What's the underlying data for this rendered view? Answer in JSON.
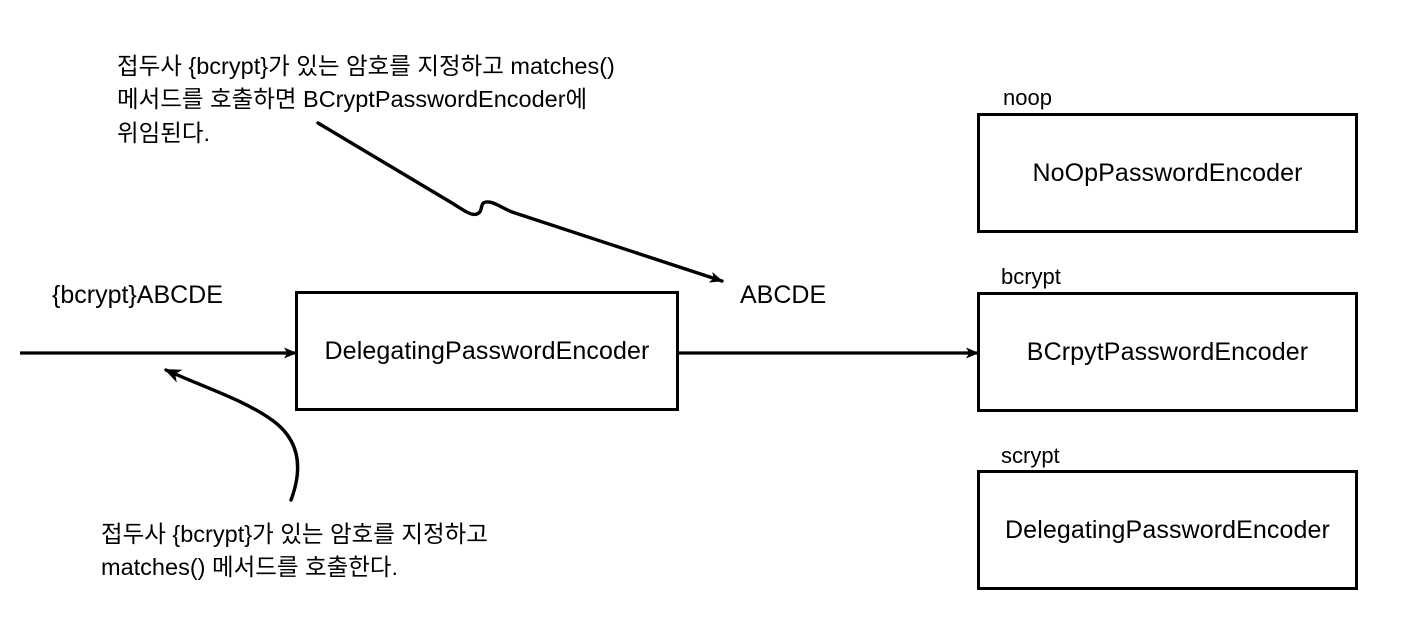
{
  "diagram": {
    "title": "DelegatingPasswordEncoder delegation flow",
    "colors": {
      "stroke": "#000000",
      "background": "#ffffff",
      "text": "#000000"
    },
    "input_label": "{bcrypt}ABCDE",
    "intermediate_label": "ABCDE",
    "center_box": {
      "label": "DelegatingPasswordEncoder"
    },
    "encoders": [
      {
        "id": "noop",
        "tag": "noop",
        "label": "NoOpPasswordEncoder"
      },
      {
        "id": "bcrypt",
        "tag": "bcrypt",
        "label": "BCrpytPasswordEncoder"
      },
      {
        "id": "scrypt",
        "tag": "scrypt",
        "label": "DelegatingPasswordEncoder"
      }
    ],
    "notes": {
      "top": "접두사 {bcrypt}가 있는 암호를 지정하고 matches()\n메서드를 호출하면 BCryptPasswordEncoder에\n위임된다.",
      "bottom": "접두사 {bcrypt}가 있는 암호를 지정하고\nmatches() 메서드를 호출한다."
    }
  }
}
